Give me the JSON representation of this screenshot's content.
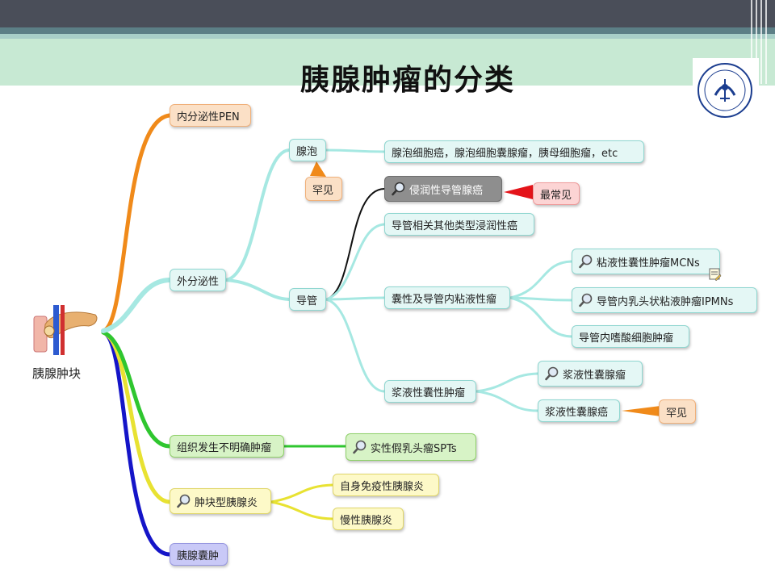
{
  "title": "胰腺肿瘤的分类",
  "root": {
    "label": "胰腺肿块"
  },
  "nodes": {
    "pen": "内分泌性PEN",
    "exocrine": "外分泌性",
    "acinar": "腺泡",
    "acinar_types": "腺泡细胞癌，腺泡细胞囊腺瘤，胰母细胞瘤，etc",
    "acinar_rare": "罕见",
    "duct": "导管",
    "idc": "侵润性导管腺癌",
    "most_common": "最常见",
    "duct_other": "导管相关其他类型浸润性癌",
    "cystic_duct": "囊性及导管内粘液性瘤",
    "mcn": "粘液性囊性肿瘤MCNs",
    "ipmn": "导管内乳头状粘液肿瘤IPMNs",
    "itpn": "导管内嗜酸细胞肿瘤",
    "serous": "浆液性囊性肿瘤",
    "serous_adenoma": "浆液性囊腺瘤",
    "serous_carcinoma": "浆液性囊腺癌",
    "serous_rare": "罕见",
    "uncertain": "组织发生不明确肿瘤",
    "spt": "实性假乳头瘤SPTs",
    "mass_pancreatitis": "肿块型胰腺炎",
    "autoimmune": "自身免疫性胰腺炎",
    "chronic": "慢性胰腺炎",
    "cyst": "胰腺囊肿"
  },
  "colors": {
    "orange_branch": "#f08a1a",
    "teal_branch": "#a6e8e2",
    "green_branch": "#2fc62f",
    "yellow_branch": "#e8e232",
    "blue_branch": "#1515c8",
    "black_branch": "#111111"
  }
}
